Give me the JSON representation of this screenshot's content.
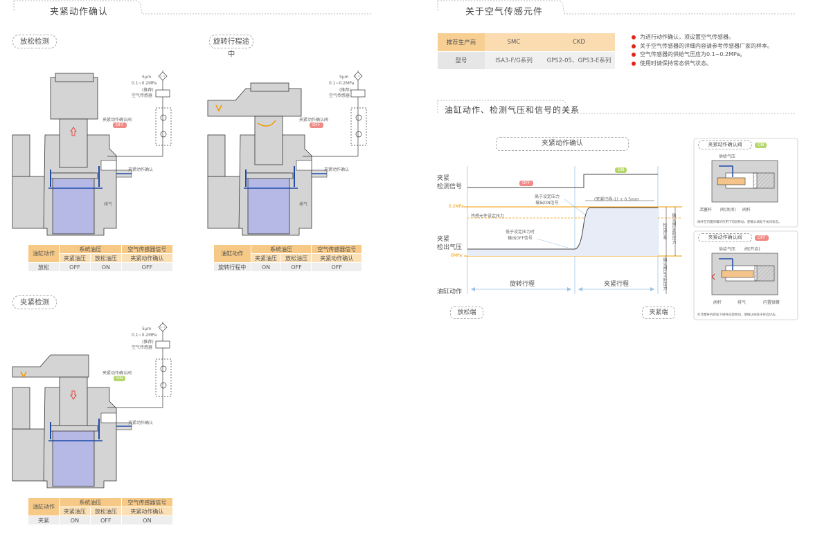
{
  "left": {
    "title": "夹紧动作确认",
    "release_label": "放松检测",
    "rotating_label": "旋转行程途中",
    "clamp_label": "夹紧检测",
    "air": {
      "filter": "5μm",
      "pressure": "0.1~0.2MPa",
      "recommended": "(推荐)",
      "sensor": "空气传感器"
    },
    "confirm_valve": "夹紧动作确认阀",
    "confirm_line": "夹紧动作确认",
    "exhaust": "排气",
    "state_off": "OFF",
    "state_on": "ON",
    "table_headers": {
      "action": "油缸动作",
      "system_pressure": "系统油压",
      "sensor_signal": "空气传感器信号",
      "clamp_pressure": "夹紧油压",
      "release_pressure": "放松油压",
      "clamp_confirm": "夹紧动作确认"
    },
    "tables": [
      {
        "action": "放松",
        "clamp": "OFF",
        "release": "ON",
        "signal": "OFF"
      },
      {
        "action": "旋转行程中",
        "clamp": "ON",
        "release": "OFF",
        "signal": "OFF"
      },
      {
        "action": "夹紧",
        "clamp": "ON",
        "release": "OFF",
        "signal": "ON"
      }
    ]
  },
  "right": {
    "sensor_title": "关于空气传感元件",
    "sensor_table": {
      "h_maker": "推荐生产商",
      "h_smc": "SMC",
      "h_ckd": "CKD",
      "r_model": "型号",
      "smc_model": "ISA3-F/G系列",
      "ckd_model": "GPS2-05、GPS3-E系列"
    },
    "notes": [
      "为进行动作确认，须设置空气传感器。",
      "关于空气传感器的详细内容请参考传感器厂家的样本。",
      "空气传感器的供给气压应为0.1~0.2MPa。",
      "使用时请保持常态供气状态。"
    ],
    "relation_title": "油缸动作、检测气压和信号的关系",
    "chart": {
      "title": "夹紧动作确认",
      "signal_label_1": "夹紧",
      "signal_label_2": "检测信号",
      "off": "OFF",
      "on": "ON",
      "above_setting_1": "高于设定压力",
      "above_setting_2": "输出ON信号",
      "stroke_note": "(夹紧行程-1) ± 0.5mm",
      "p02": "0.2MPa",
      "sensor_setting": "传感元件设定压力",
      "press_label_1": "夹紧",
      "press_label_2": "检出气压",
      "below_setting_1": "低于设定压力时",
      "below_setting_2": "输出OFF信号",
      "p0": "0MPa",
      "detect_diff": "检出压差",
      "on_pressure": "确认阀ON时压力",
      "off_pressure": "确认阀OFF时压力",
      "rotate_stroke": "旋转行程",
      "clamp_stroke": "夹紧行程",
      "cyl_action": "油缸动作",
      "release_end": "放松端",
      "clamp_end": "夹紧端"
    },
    "valve_on": {
      "title": "夹紧动作确认阀",
      "state": "ON",
      "supply": "供给气压",
      "piston": "活塞杆",
      "valve_closed": "阀(关闭)",
      "rod": "阀杆",
      "caption": "阀杆在内置弹簧的作用下向前移动，使确认阀处于关闭状态。"
    },
    "valve_off": {
      "title": "夹紧动作确认阀",
      "state": "OFF",
      "supply": "供给气压",
      "valve_open": "阀(开启)",
      "rod": "阀杆",
      "exhaust": "排气",
      "spring": "内置弹簧",
      "caption": "在活塞杆的挤压下阀杆向后移动，使确认阀处于开启状态。"
    }
  },
  "colors": {
    "accent": "#f39800",
    "on_green": "#b5d66b",
    "off_red": "#f08a86",
    "fill_blue": "#b6b9e6",
    "bullet": "#e2241a"
  }
}
